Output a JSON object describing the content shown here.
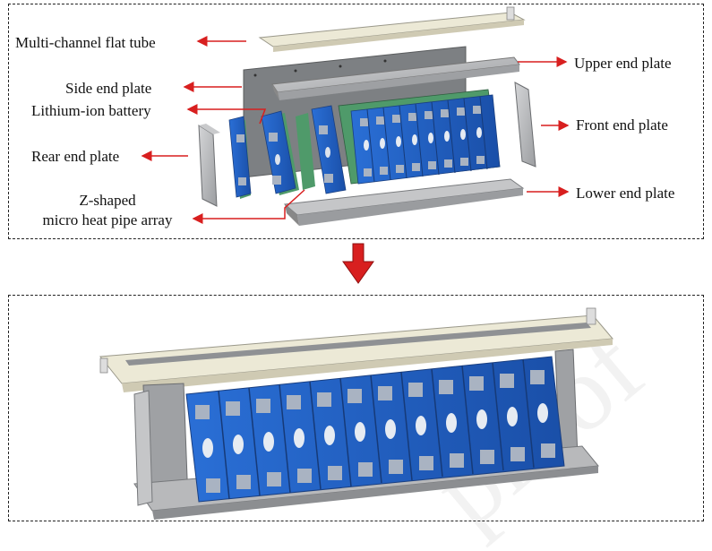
{
  "labels": {
    "multi_channel_flat_tube": "Multi-channel flat tube",
    "side_end_plate": "Side end plate",
    "lithium_ion_battery": "Lithium-ion battery",
    "rear_end_plate": "Rear end plate",
    "z_shaped_line1": "Z-shaped",
    "z_shaped_line2": "micro heat pipe array",
    "upper_end_plate": "Upper end plate",
    "front_end_plate": "Front end plate",
    "lower_end_plate": "Lower end plate"
  },
  "colors": {
    "arrow_red": "#d81f1f",
    "battery_blue": "#1e5fc4",
    "heat_pipe_green": "#4f9a6a",
    "plate_gray": "#b8b9bb",
    "tube_cream": "#ece9d6",
    "dashed_border": "#222222"
  },
  "watermark": "proof"
}
